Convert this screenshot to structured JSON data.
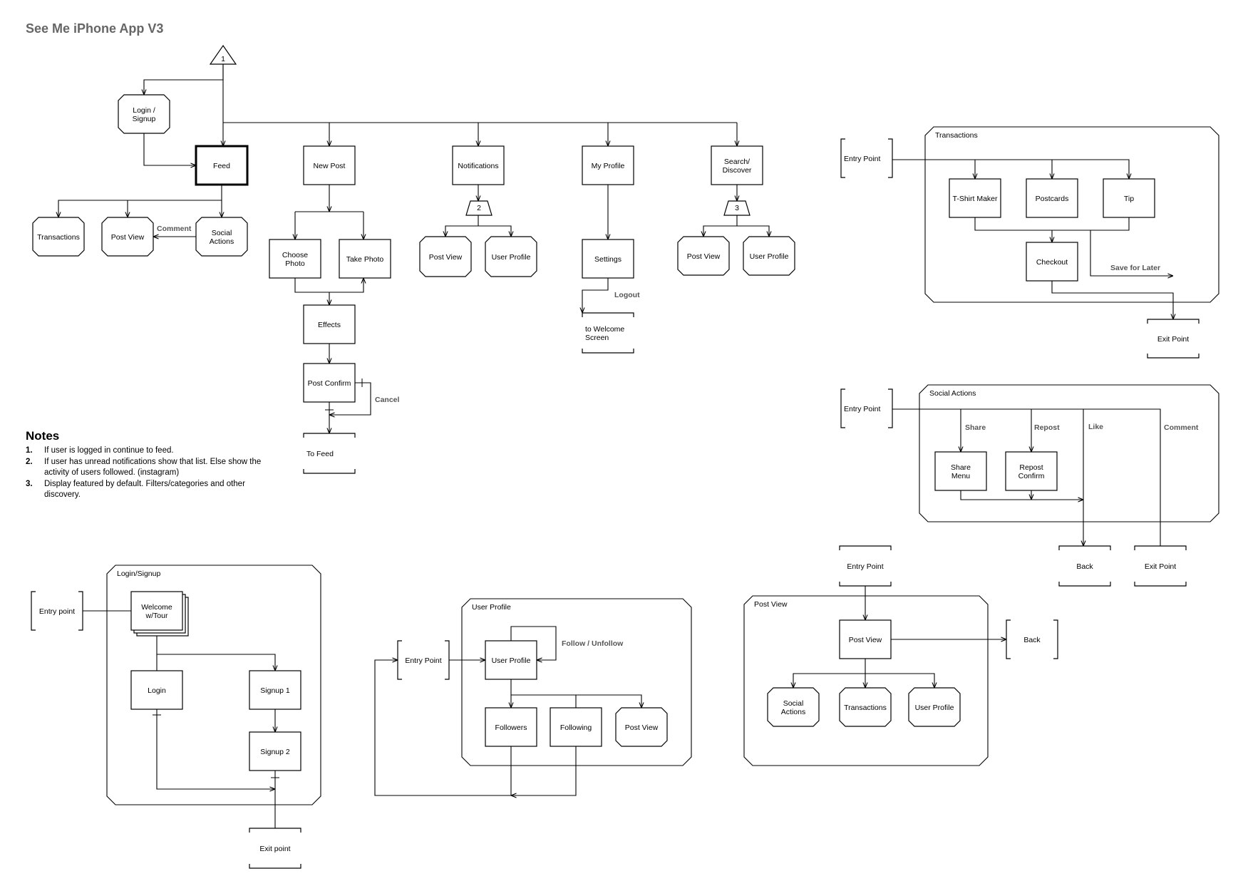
{
  "title": "See Me iPhone App V3",
  "notes": {
    "heading": "Notes",
    "items": [
      {
        "num": "1.",
        "text": "If user is logged in continue to feed."
      },
      {
        "num": "2.",
        "text": "If user has unread notifications show that list. Else show the activity of users followed. (instagram)"
      },
      {
        "num": "3.",
        "text": "Display featured by default. Filters/categories and other discovery."
      }
    ]
  },
  "containers": [
    {
      "id": "transactions",
      "label": "Transactions"
    },
    {
      "id": "social",
      "label": "Social Actions"
    },
    {
      "id": "login",
      "label": "Login/Signup"
    },
    {
      "id": "profile",
      "label": "User Profile"
    },
    {
      "id": "postview",
      "label": "Post View"
    }
  ],
  "nodes": [
    {
      "id": "start1",
      "shape": "triangle",
      "label": "1"
    },
    {
      "id": "login_signup",
      "shape": "octagon",
      "label": "Login /\nSignup"
    },
    {
      "id": "feed",
      "shape": "rect-bold",
      "label": "Feed"
    },
    {
      "id": "new_post",
      "shape": "rect",
      "label": "New Post"
    },
    {
      "id": "notifications",
      "shape": "rect",
      "label": "Notifications"
    },
    {
      "id": "my_profile",
      "shape": "rect",
      "label": "My Profile"
    },
    {
      "id": "search",
      "shape": "rect",
      "label": "Search/\nDiscover"
    },
    {
      "id": "feed_transactions",
      "shape": "octagon",
      "label": "Transactions"
    },
    {
      "id": "feed_postview",
      "shape": "octagon",
      "label": "Post View"
    },
    {
      "id": "feed_social",
      "shape": "octagon",
      "label": "Social\nActions"
    },
    {
      "id": "choose_photo",
      "shape": "rect",
      "label": "Choose\nPhoto"
    },
    {
      "id": "take_photo",
      "shape": "rect",
      "label": "Take Photo"
    },
    {
      "id": "effects",
      "shape": "rect",
      "label": "Effects"
    },
    {
      "id": "post_confirm",
      "shape": "rect",
      "label": "Post Confirm"
    },
    {
      "id": "to_feed",
      "shape": "bracket",
      "label": "To Feed"
    },
    {
      "id": "trap2",
      "shape": "trapezoid",
      "label": "2"
    },
    {
      "id": "notif_postview",
      "shape": "octagon",
      "label": "Post View"
    },
    {
      "id": "notif_userprofile",
      "shape": "octagon",
      "label": "User Profile"
    },
    {
      "id": "settings",
      "shape": "rect",
      "label": "Settings"
    },
    {
      "id": "to_welcome",
      "shape": "bracket",
      "label": "to Welcome\nScreen"
    },
    {
      "id": "trap3",
      "shape": "trapezoid",
      "label": "3"
    },
    {
      "id": "search_postview",
      "shape": "octagon",
      "label": "Post View"
    },
    {
      "id": "search_userprofile",
      "shape": "octagon",
      "label": "User Profile"
    },
    {
      "id": "tr_entry",
      "shape": "bracket-left",
      "label": "Entry Point"
    },
    {
      "id": "tshirt",
      "shape": "rect",
      "label": "T-Shirt Maker"
    },
    {
      "id": "postcards",
      "shape": "rect",
      "label": "Postcards"
    },
    {
      "id": "tip",
      "shape": "rect",
      "label": "Tip"
    },
    {
      "id": "checkout",
      "shape": "rect",
      "label": "Checkout"
    },
    {
      "id": "tr_exit",
      "shape": "bracket",
      "label": "Exit Point"
    },
    {
      "id": "sa_entry",
      "shape": "bracket-left",
      "label": "Entry Point"
    },
    {
      "id": "share_menu",
      "shape": "rect",
      "label": "Share\nMenu"
    },
    {
      "id": "repost_confirm",
      "shape": "rect",
      "label": "Repost\nConfirm"
    },
    {
      "id": "sa_back",
      "shape": "bracket",
      "label": "Back"
    },
    {
      "id": "sa_exit",
      "shape": "bracket",
      "label": "Exit Point"
    },
    {
      "id": "ls_entry",
      "shape": "bracket-left",
      "label": "Entry point"
    },
    {
      "id": "welcome",
      "shape": "stack",
      "label": "Welcome\nw/Tour"
    },
    {
      "id": "login",
      "shape": "rect",
      "label": "Login"
    },
    {
      "id": "signup1",
      "shape": "rect",
      "label": "Signup 1"
    },
    {
      "id": "signup2",
      "shape": "rect",
      "label": "Signup 2"
    },
    {
      "id": "ls_exit",
      "shape": "bracket",
      "label": "Exit point"
    },
    {
      "id": "up_entry",
      "shape": "bracket-left",
      "label": "Entry Point"
    },
    {
      "id": "up_userprofile",
      "shape": "rect",
      "label": "User Profile"
    },
    {
      "id": "followers",
      "shape": "rect",
      "label": "Followers"
    },
    {
      "id": "following",
      "shape": "rect",
      "label": "Following"
    },
    {
      "id": "up_postview",
      "shape": "octagon",
      "label": "Post View"
    },
    {
      "id": "pv_entry",
      "shape": "bracket",
      "label": "Entry Point"
    },
    {
      "id": "pv_postview",
      "shape": "rect",
      "label": "Post View"
    },
    {
      "id": "pv_social",
      "shape": "octagon",
      "label": "Social\nActions"
    },
    {
      "id": "pv_transactions",
      "shape": "octagon",
      "label": "Transactions"
    },
    {
      "id": "pv_userprofile",
      "shape": "octagon",
      "label": "User Profile"
    },
    {
      "id": "pv_back",
      "shape": "bracket-left",
      "label": "Back"
    }
  ],
  "edge_labels": [
    {
      "id": "comment",
      "label": "Comment"
    },
    {
      "id": "cancel",
      "label": "Cancel"
    },
    {
      "id": "logout",
      "label": "Logout"
    },
    {
      "id": "save_later",
      "label": "Save for Later"
    },
    {
      "id": "share",
      "label": "Share"
    },
    {
      "id": "repost",
      "label": "Repost"
    },
    {
      "id": "like",
      "label": "Like"
    },
    {
      "id": "sa_comment",
      "label": "Comment"
    },
    {
      "id": "follow",
      "label": "Follow / Unfollow"
    }
  ]
}
